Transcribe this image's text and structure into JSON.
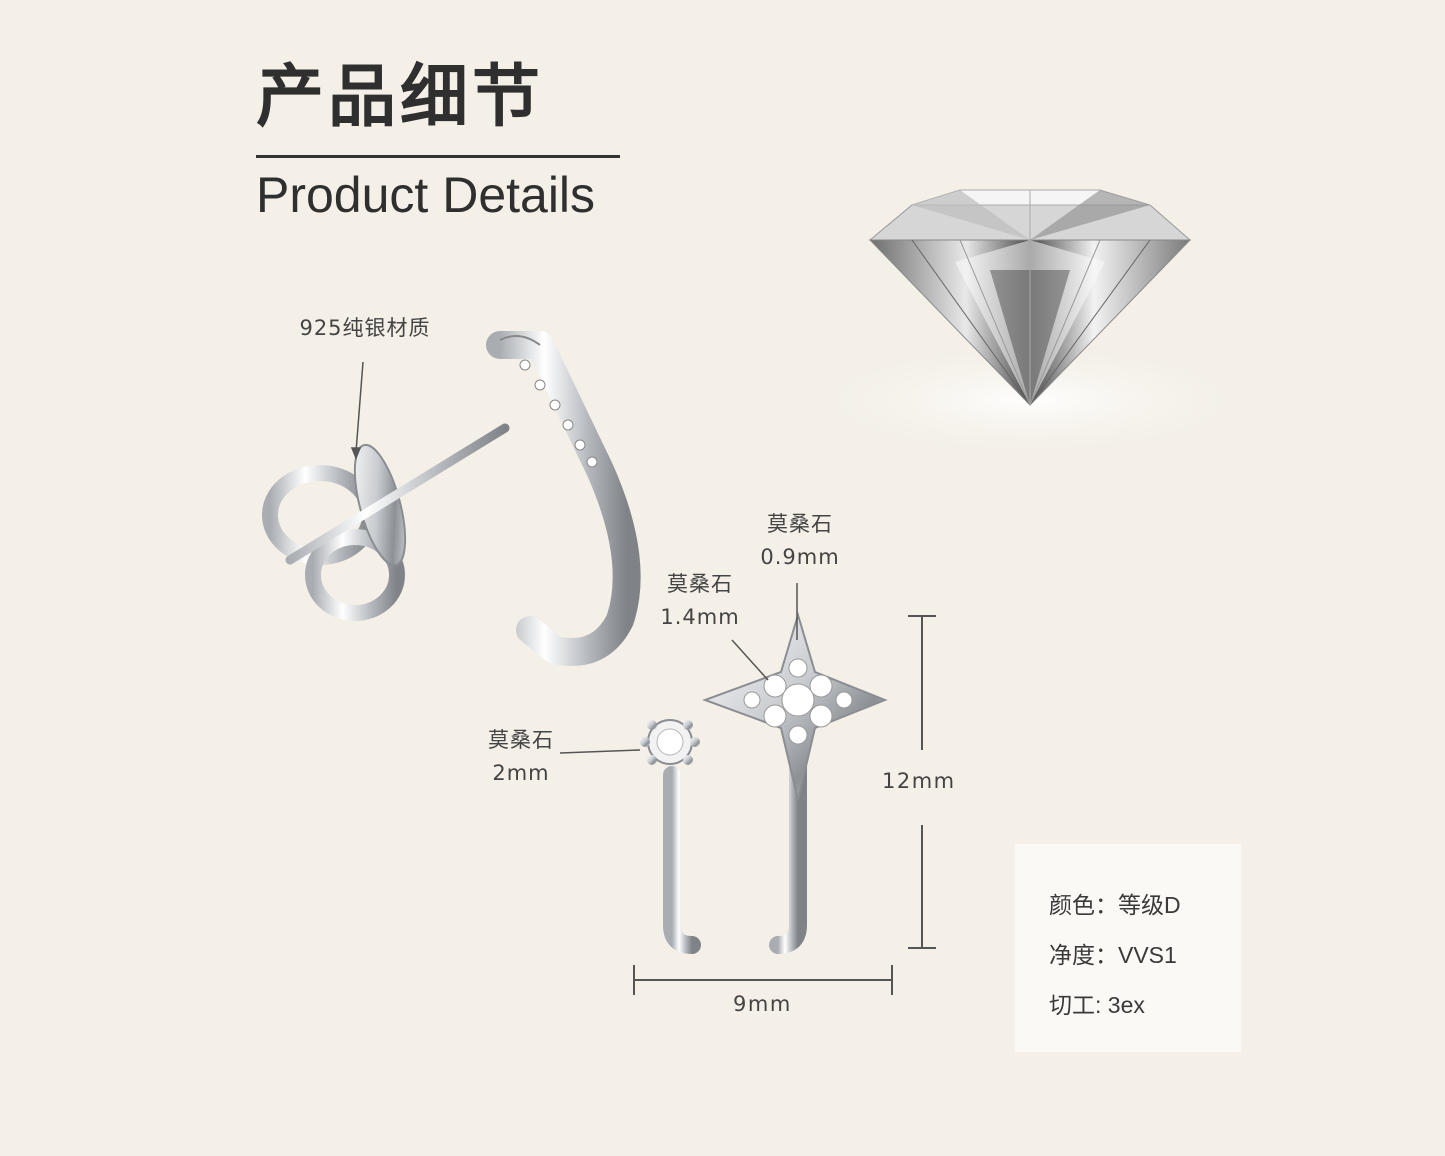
{
  "header": {
    "title_cn": "产品细节",
    "title_en": "Product Details"
  },
  "callouts": {
    "material": "925纯银材质",
    "stone_large_name": "莫桑石",
    "stone_large_size": "0.9mm",
    "stone_mid_name": "莫桑石",
    "stone_mid_size": "1.4mm",
    "stone_small_name": "莫桑石",
    "stone_small_size": "2mm"
  },
  "dimensions": {
    "height": "12mm",
    "width": "9mm"
  },
  "specs": {
    "color": "颜色：等级D",
    "clarity": "净度：VVS1",
    "cut": "切工: 3ex"
  }
}
